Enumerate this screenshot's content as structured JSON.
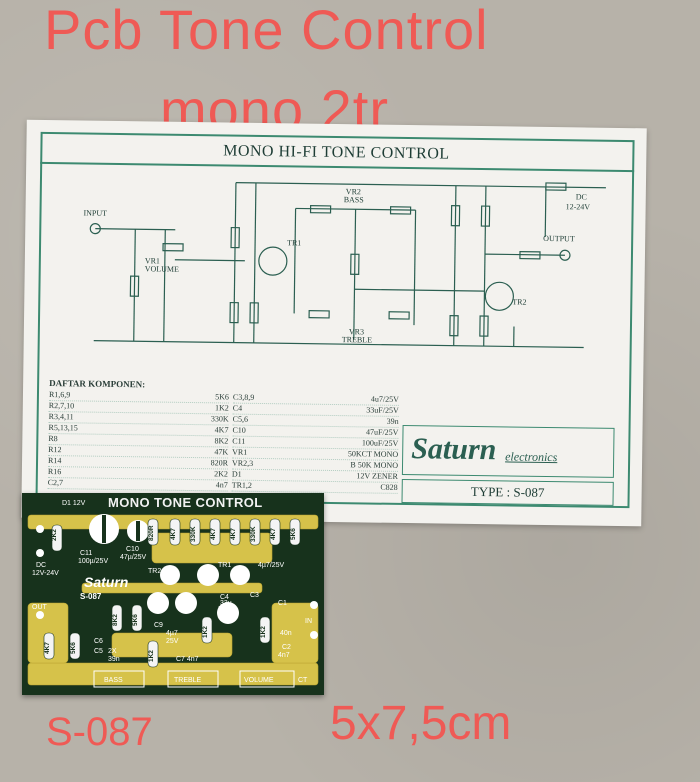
{
  "overlay": {
    "title_line1": "Pcb Tone Control",
    "title_line2": "mono 2tr",
    "model_code": "S-087",
    "board_size": "5x7,5cm",
    "overlay_color": "#ef5a55"
  },
  "sheet": {
    "title": "MONO HI-FI TONE CONTROL",
    "schematic_labels": {
      "input": "INPUT",
      "output": "OUTPUT",
      "volume": "VOLUME",
      "bass": "BASS",
      "treble": "TREBLE",
      "dc": "DC",
      "dc_voltage": "12-24V",
      "vr1": "VR1",
      "vr2": "VR2",
      "vr3": "VR3",
      "tr1": "TR1",
      "tr2": "TR2"
    },
    "bom_heading": "DAFTAR KOMPONEN:",
    "bom_left": [
      {
        "part": "R1,6,9",
        "value": "5K6"
      },
      {
        "part": "R2,7,10",
        "value": "1K2"
      },
      {
        "part": "R3,4,11",
        "value": "330K"
      },
      {
        "part": "R5,13,15",
        "value": "4K7"
      },
      {
        "part": "R8",
        "value": "8K2"
      },
      {
        "part": "R12",
        "value": "47K"
      },
      {
        "part": "R14",
        "value": "820R"
      },
      {
        "part": "R16",
        "value": "2K2"
      },
      {
        "part": "C2,7",
        "value": "4n7"
      }
    ],
    "bom_right": [
      {
        "part": "C3,8,9",
        "value": "4u7/25V"
      },
      {
        "part": "C4",
        "value": "33uF/25V"
      },
      {
        "part": "C5,6",
        "value": "39n"
      },
      {
        "part": "C10",
        "value": "47uF/25V"
      },
      {
        "part": "C11",
        "value": "100uF/25V"
      },
      {
        "part": "VR1",
        "value": "50KCT MONO"
      },
      {
        "part": "VR2,3",
        "value": "B 50K MONO"
      },
      {
        "part": "D1",
        "value": "12V ZENER"
      },
      {
        "part": "TR1,2",
        "value": "C828"
      }
    ],
    "logo_main": "Saturn",
    "logo_sub": "electronics",
    "type_label": "TYPE : S-087"
  },
  "pcb": {
    "title": "MONO TONE CONTROL",
    "brand": "Saturn",
    "model": "S-087",
    "labels": {
      "d1": "D1 12V",
      "dc": "DC",
      "dc_voltage": "12V-24V",
      "out": "OUT",
      "in": "IN",
      "bass": "BASS",
      "treble": "TREBLE",
      "volume": "VOLUME",
      "ct": "CT",
      "c11": "C11",
      "c11_value": "100µ/25V",
      "c10": "C10",
      "c10_value": "47µ/25V",
      "c4": "C4",
      "c4_value": "33µ",
      "c4_voltage": "25V",
      "c9": "C9",
      "c9_value": "4µ7",
      "c9_voltage": "25V",
      "c7": "C7 4n7",
      "c6": "C6",
      "c5": "C5",
      "c5_value": "2X",
      "c5_size": "39n",
      "c3": "C3",
      "c1": "C1",
      "c1_value": "40n",
      "c2": "C2",
      "c2_value": "4n7",
      "tr1": "TR1",
      "tr2": "TR2",
      "r_4k7": "4K7",
      "r_5k6": "5K6",
      "r_330k": "330K",
      "r_820r": "820R",
      "r_8k2": "8K2",
      "r_1k2": "1K2",
      "r_2k2": "2K2",
      "c8_caps": "4µ7/25V"
    }
  }
}
